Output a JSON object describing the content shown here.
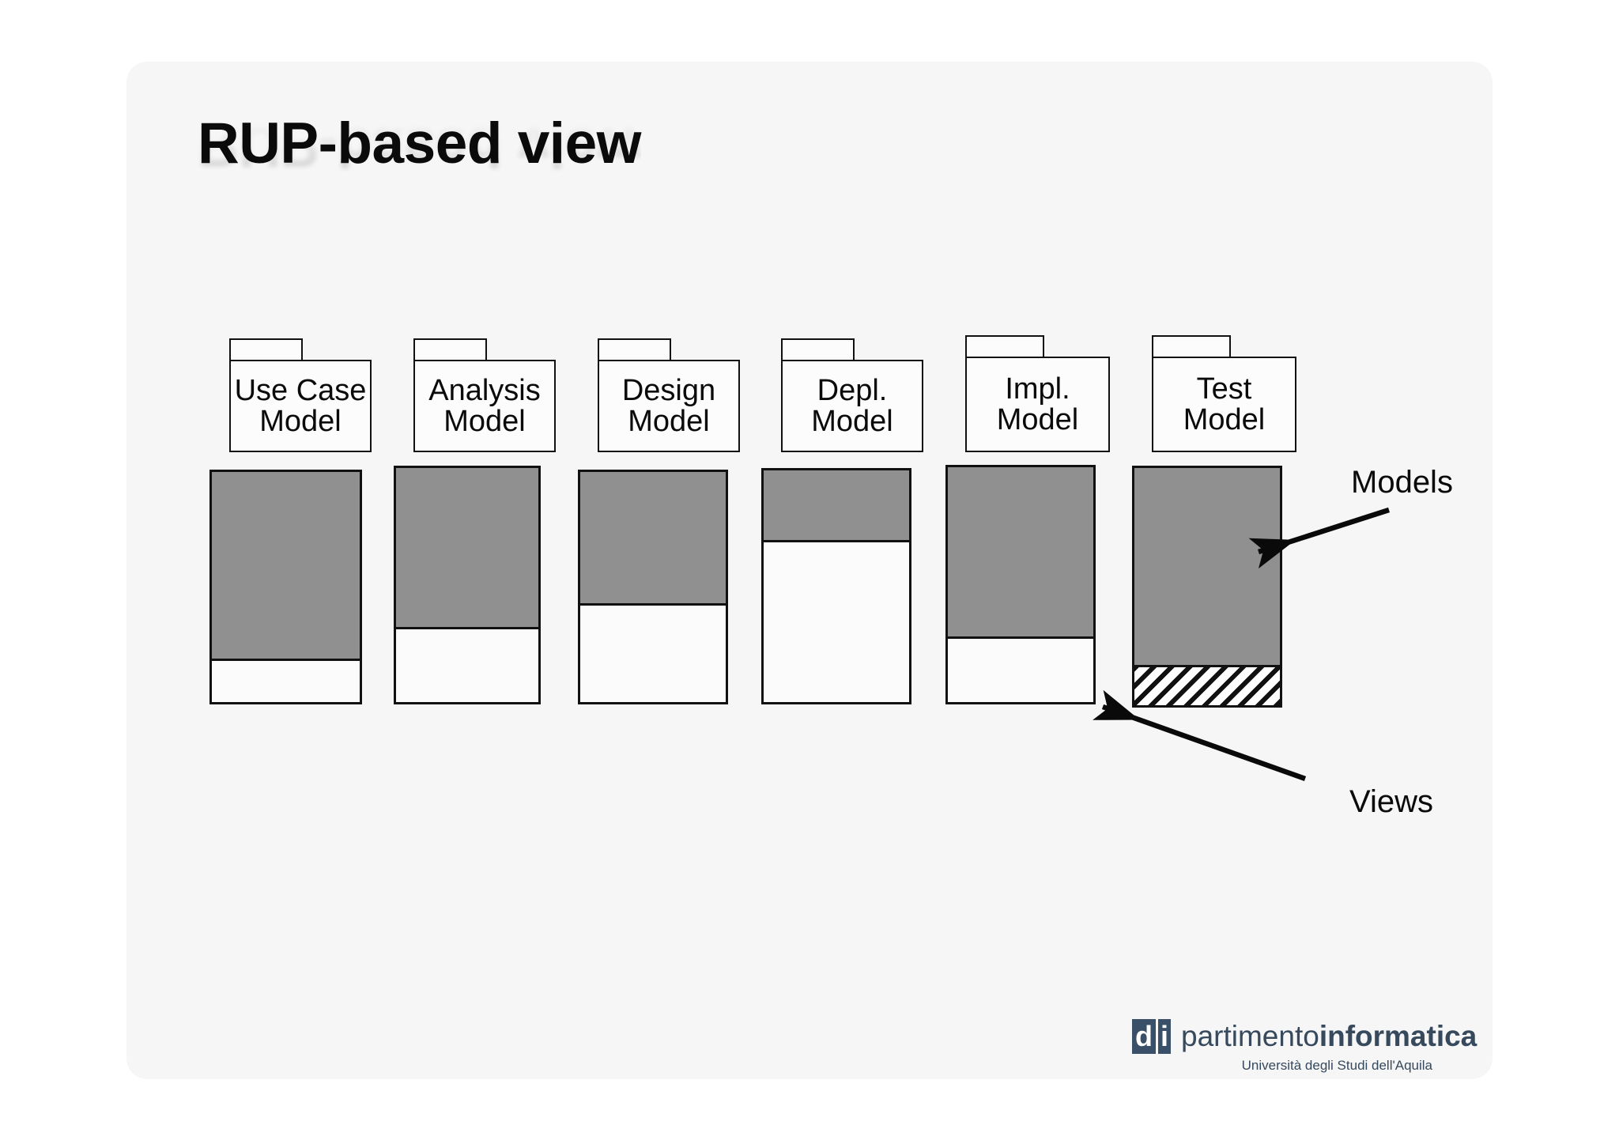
{
  "slide": {
    "title": "RUP-based view",
    "background_color": "#f6f6f7",
    "page_color": "#ffffff"
  },
  "colors": {
    "model_fill": "#909090",
    "view_fill": "#fbfbfb",
    "outline": "#111111",
    "logo_blue": "#3a5068"
  },
  "chart_data": {
    "type": "bar",
    "title": "RUP-based view",
    "xlabel": "",
    "ylabel": "",
    "categories": [
      "Use Case Model",
      "Analysis Model",
      "Design Model",
      "Depl. Model",
      "Impl. Model",
      "Test Model"
    ],
    "series": [
      {
        "name": "Models",
        "values": [
          82,
          69,
          58,
          31,
          73,
          84
        ]
      },
      {
        "name": "Views",
        "values": [
          18,
          31,
          42,
          69,
          27,
          16
        ]
      }
    ],
    "ylim": [
      0,
      100
    ],
    "grid": false,
    "legend": "annotations",
    "annotations": [
      "Models",
      "Views"
    ],
    "notes": "Stacked vertical bars; upper gray segment = Models portion, lower white segment = Views portion. The Test Model bar's lower segment is rendered with diagonal hatching."
  },
  "packages": [
    {
      "id": "use-case",
      "label": "Use Case\nModel"
    },
    {
      "id": "analysis",
      "label": "Analysis\nModel"
    },
    {
      "id": "design",
      "label": "Design\nModel"
    },
    {
      "id": "deployment",
      "label": "Depl.\nModel"
    },
    {
      "id": "implementation",
      "label": "Impl.\nModel"
    },
    {
      "id": "test",
      "label": "Test\nModel"
    }
  ],
  "annotations": {
    "models": "Models",
    "views": "Views"
  },
  "logo": {
    "mark_left": "d",
    "mark_right": "i",
    "word_light": "partimento",
    "word_bold": "informatica",
    "subtitle": "Università degli Studi dell'Aquila"
  }
}
